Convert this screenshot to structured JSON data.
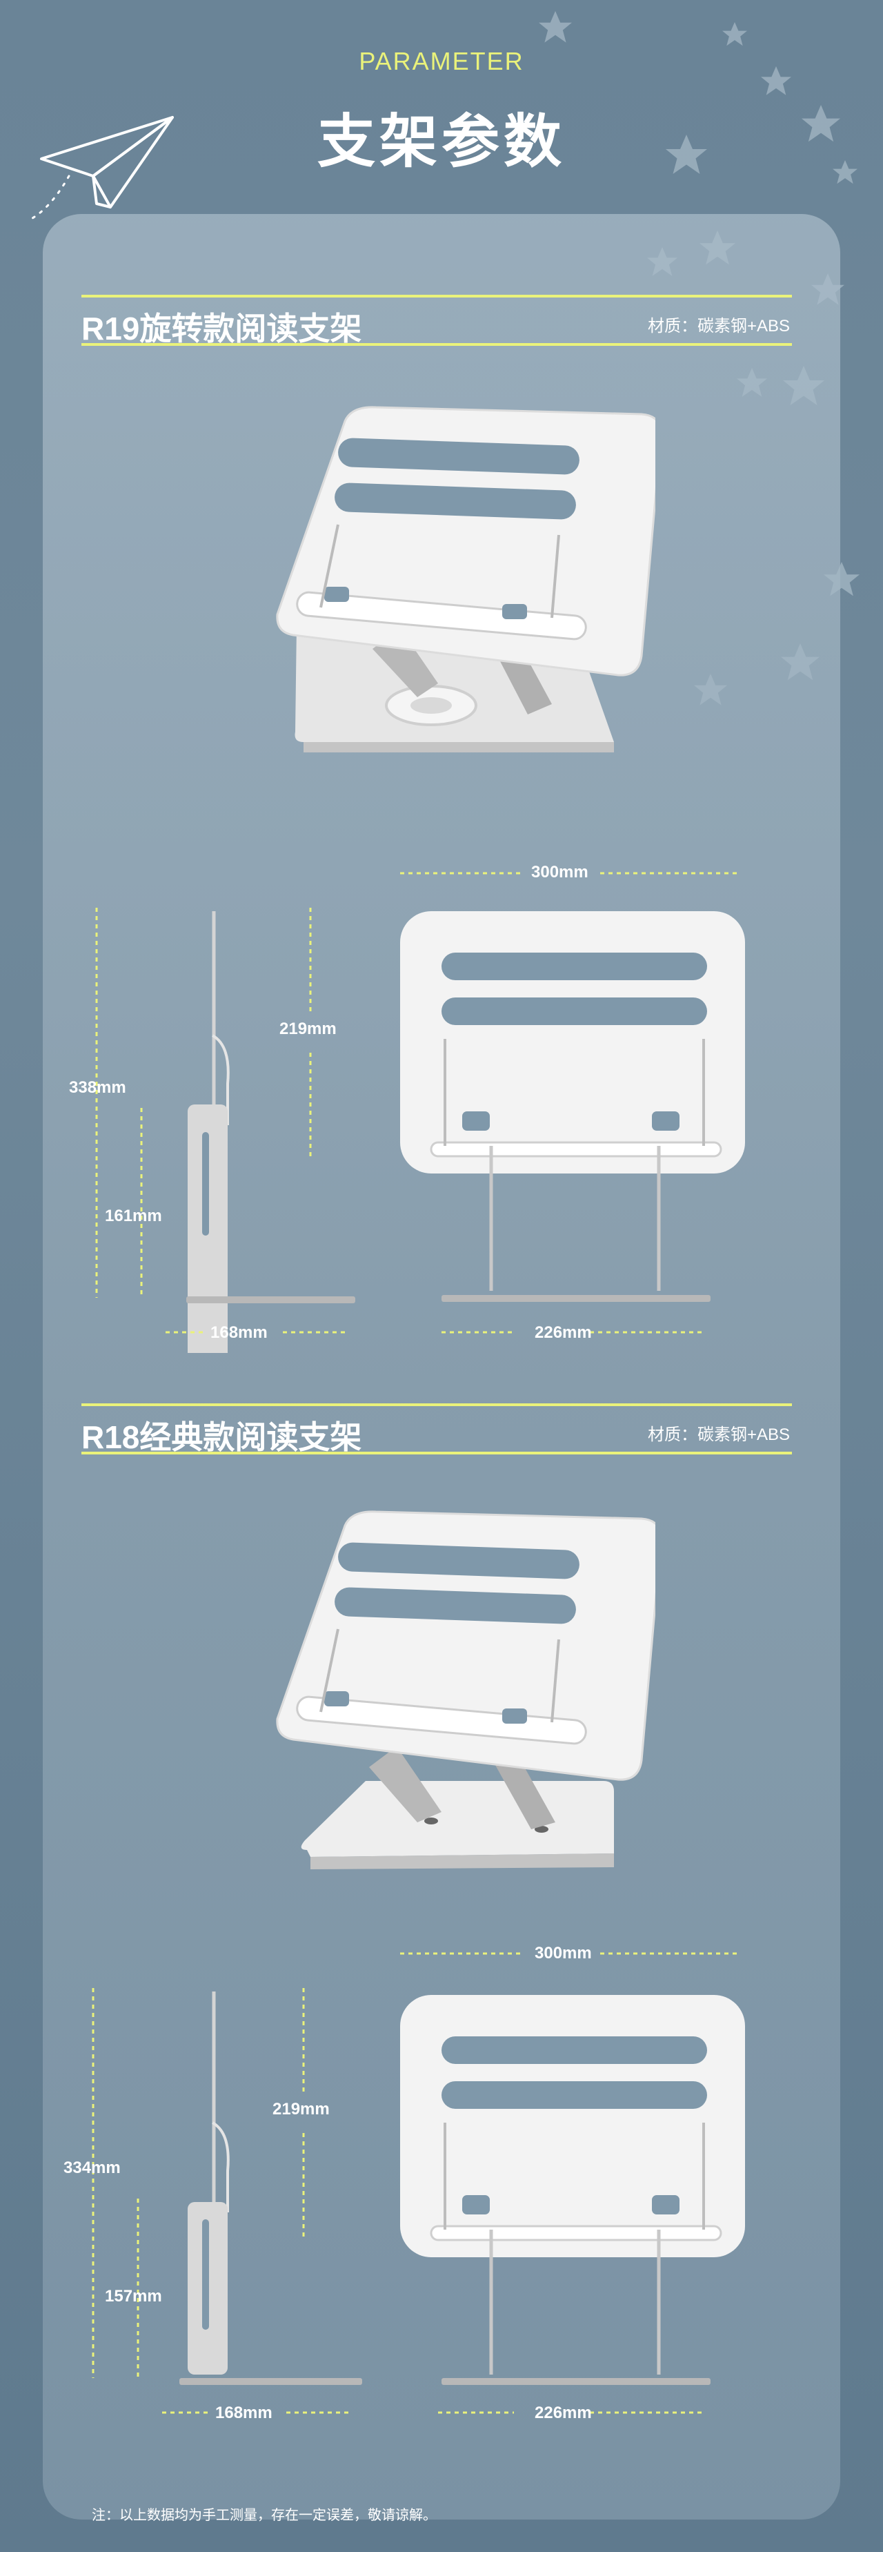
{
  "header": {
    "eyebrow": "PARAMETER",
    "title": "支架参数"
  },
  "sections": [
    {
      "title": "R19旋转款阅读支架",
      "material": "材质：碳素钢+ABS",
      "dims": {
        "width_top": "300mm",
        "depth_side": "219mm",
        "total_height": "338mm",
        "lower_height": "161mm",
        "base_depth": "168mm",
        "base_width": "226mm"
      }
    },
    {
      "title": "R18经典款阅读支架",
      "material": "材质：碳素钢+ABS",
      "dims": {
        "width_top": "300mm",
        "depth_side": "219mm",
        "total_height": "334mm",
        "lower_height": "157mm",
        "base_depth": "168mm",
        "base_width": "226mm"
      }
    }
  ],
  "footer": {
    "note": "注：以上数据均为手工测量，存在一定误差，敬请谅解。"
  },
  "colors": {
    "accent": "#eaf27a",
    "background": "#6a8497",
    "product": "#f2f2f2"
  },
  "icons": [
    "paper-plane-icon",
    "star-icon"
  ]
}
